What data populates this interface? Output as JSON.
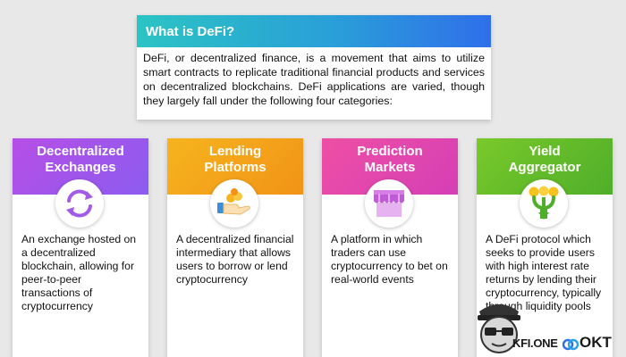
{
  "intro": {
    "title": "What is DeFi?",
    "body": "DeFi, or decentralized finance, is a movement that aims to utilize smart contracts to replicate traditional financial products and services on decentralized blockchains. DeFi applications are varied, though they largely fall under the following four categories:"
  },
  "cards": [
    {
      "title_line1": "Decentralized",
      "title_line2": "Exchanges",
      "icon": "exchange-arrows-icon",
      "description": "An exchange hosted on a decentralized blockchain, allowing for peer-to-peer transactions of cryptocurrency"
    },
    {
      "title_line1": "Lending",
      "title_line2": "Platforms",
      "icon": "hand-coins-icon",
      "description": "A decentralized financial intermediary that allows users to borrow or lend cryptocurrency"
    },
    {
      "title_line1": "Prediction",
      "title_line2": "Markets",
      "icon": "market-stall-icon",
      "description": "A platform in which traders can use cryptocurrency to bet on real-world events"
    },
    {
      "title_line1": "Yield",
      "title_line2": "Aggregator",
      "icon": "funnel-coins-icon",
      "description": "A DeFi protocol which seeks to provide users with high interest rate returns by lending their cryptocurrency, typically through liquidity pools"
    }
  ],
  "watermark": {
    "brand_one": "KFI.ONE",
    "brand_two": "OKT"
  },
  "colors": {
    "intro_header": "#2a9fd8",
    "decentralized_exchanges": "#a355ea",
    "lending_platforms": "#f4a41a",
    "prediction_markets": "#e247ad",
    "yield_aggregator": "#62bb2a"
  }
}
